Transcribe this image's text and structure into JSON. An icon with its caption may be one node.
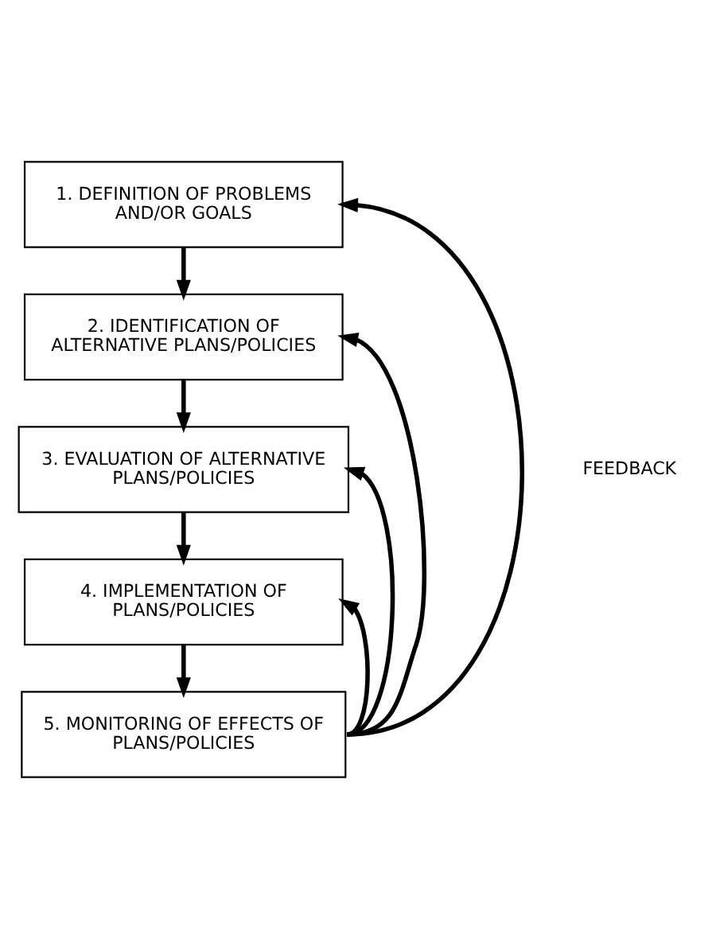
{
  "diagram": {
    "nodes": [
      {
        "text": [
          "1. DEFINITION OF PROBLEMS AND/OR GOALS"
        ]
      },
      {
        "text": [
          "2. IDENTIFICATION OF ALTERNATIVE PLANS/POLICIES"
        ]
      },
      {
        "text": [
          "3. EVALUATION OF ALTERNATIVE PLANS/POLICIES"
        ]
      },
      {
        "text": [
          "4. IMPLEMENTATION OF PLANS/POLICIES"
        ]
      },
      {
        "text": [
          "5. MONITORING OF EFFECTS OF PLANS/POLICIES"
        ]
      }
    ],
    "edges": [
      {
        "from": 0,
        "to": 1,
        "arrow": "to"
      },
      {
        "from": 1,
        "to": 2,
        "arrow": "to"
      },
      {
        "from": 2,
        "to": 3,
        "arrow": "to"
      },
      {
        "from": 3,
        "to": 4,
        "arrow": "to"
      },
      {
        "from": 4,
        "to": 0,
        "arrow": "to"
      },
      {
        "from": 4,
        "to": 1,
        "arrow": "to"
      },
      {
        "from": 4,
        "to": 2,
        "arrow": "to"
      },
      {
        "from": 4,
        "to": 3,
        "arrow": "to"
      }
    ],
    "labels": [
      "FEEDBACK"
    ]
  }
}
